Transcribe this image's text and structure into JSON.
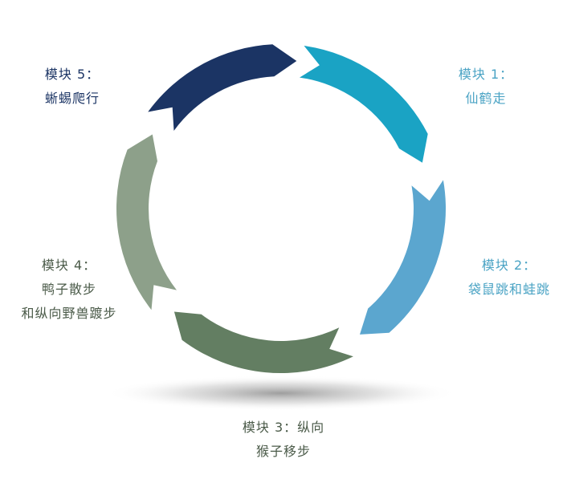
{
  "colors": {
    "segment1": "#1aa3c4",
    "segment2": "#5ba6cf",
    "segment3": "#637e62",
    "segment4": "#8da08a",
    "segment5": "#1b3464",
    "shadow": "#9a9a9a"
  },
  "modules": [
    {
      "title": "模块 1：",
      "subtitle": "仙鹤走",
      "color": "#4aa3c4"
    },
    {
      "title": "模块 2：",
      "subtitle": "袋鼠跳和蛙跳",
      "color": "#4aa3c4"
    },
    {
      "title": "模块 3：纵向",
      "subtitle": "猴子移步",
      "color": "#4a5a48"
    },
    {
      "title": "模块 4：",
      "subtitle": "鸭子散步",
      "subtitle2": "和纵向野兽踱步",
      "color": "#4a5a48"
    },
    {
      "title": "模块 5：",
      "subtitle": "蜥蜴爬行",
      "color": "#1b3464"
    }
  ]
}
